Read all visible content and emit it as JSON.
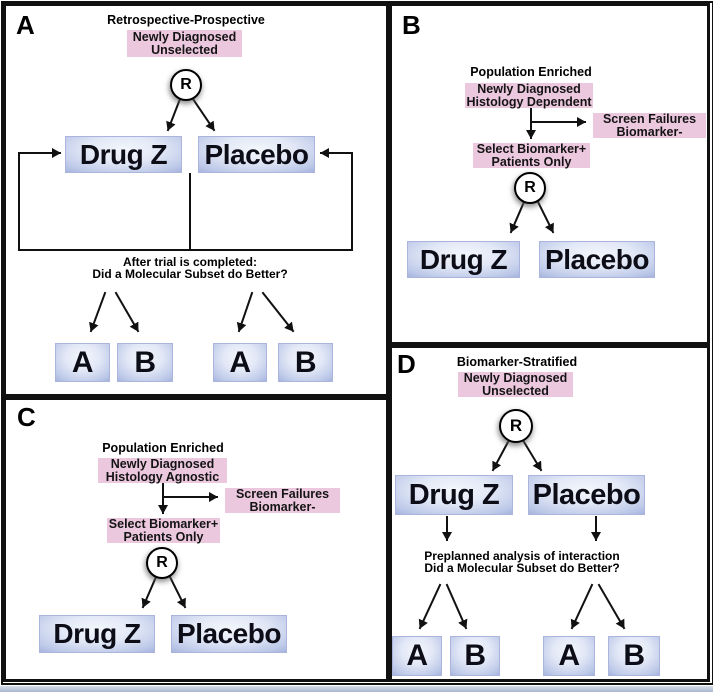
{
  "colors": {
    "pink": "#ecc8df",
    "blue_edge": "#5d6eb2",
    "blue_mid": "#bcc8e8",
    "blue_light": "#f3f6fc",
    "line": "#111111",
    "strip_top": "#d6dde9",
    "strip_bottom": "#a9b7d1"
  },
  "panels": {
    "a": {
      "label": "A",
      "title": "Retrospective-Prospective",
      "entry": {
        "line1": "Newly Diagnosed",
        "line2": "Unselected"
      },
      "randomize": "R",
      "arm1": "Drug Z",
      "arm2": "Placebo",
      "note": {
        "line1": "After trial is completed:",
        "line2": "Did a Molecular Subset do Better?"
      },
      "subset1": "A",
      "subset2": "B",
      "subset3": "A",
      "subset4": "B"
    },
    "b": {
      "label": "B",
      "title": "Population Enriched",
      "entry": {
        "line1": "Newly Diagnosed",
        "line2": "Histology Dependent"
      },
      "screen_fail": {
        "line1": "Screen Failures",
        "line2": "Biomarker-"
      },
      "select": {
        "line1": "Select Biomarker+",
        "line2": "Patients Only"
      },
      "randomize": "R",
      "arm1": "Drug Z",
      "arm2": "Placebo"
    },
    "c": {
      "label": "C",
      "title": "Population Enriched",
      "entry": {
        "line1": "Newly Diagnosed",
        "line2": "Histology Agnostic"
      },
      "screen_fail": {
        "line1": "Screen Failures",
        "line2": "Biomarker-"
      },
      "select": {
        "line1": "Select Biomarker+",
        "line2": "Patients Only"
      },
      "randomize": "R",
      "arm1": "Drug Z",
      "arm2": "Placebo"
    },
    "d": {
      "label": "D",
      "title": "Biomarker-Stratified",
      "entry": {
        "line1": "Newly Diagnosed",
        "line2": "Unselected"
      },
      "randomize": "R",
      "arm1": "Drug Z",
      "arm2": "Placebo",
      "note": {
        "line1": "Preplanned analysis of interaction",
        "line2": "Did a Molecular Subset do Better?"
      },
      "subset1": "A",
      "subset2": "B",
      "subset3": "A",
      "subset4": "B"
    }
  }
}
